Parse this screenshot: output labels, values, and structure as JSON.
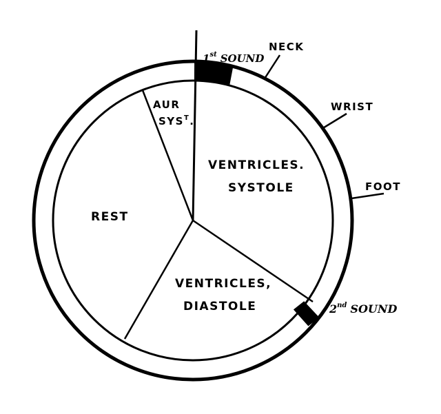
{
  "segments": {
    "aur_syst_line1": "AUR",
    "aur_syst_line2": "SYS",
    "aur_syst_sup": "T",
    "aur_syst_dot": ".",
    "ventricles_systole_line1": "VENTRICLES.",
    "ventricles_systole_line2": "SYSTOLE",
    "ventricles_diastole_line1": "VENTRICLES,",
    "ventricles_diastole_line2": "DIASTOLE",
    "rest": "REST"
  },
  "outer_labels": {
    "first_sound_num": "1",
    "first_sound_sup": "st",
    "first_sound_word": "SOUND",
    "second_sound_num": "2",
    "second_sound_sup": "nd",
    "second_sound_word": "SOUND",
    "neck": "NECK",
    "wrist": "WRIST",
    "foot": "FOOT"
  },
  "colors": {
    "ink": "#000000",
    "paper": "#ffffff"
  }
}
